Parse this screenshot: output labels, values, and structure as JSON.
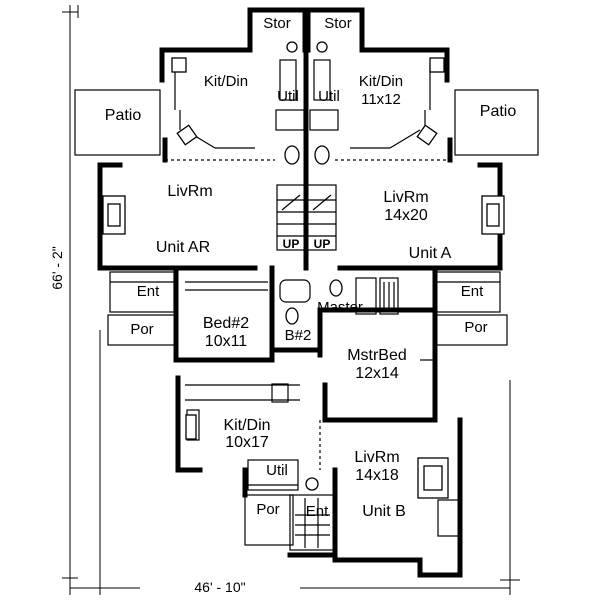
{
  "plan": {
    "dimensions": {
      "depth": "66' - 2\"",
      "width": "46' - 10\""
    },
    "rooms": {
      "stor_left": "Stor",
      "stor_right": "Stor",
      "kitdin_ar": "Kit/Din",
      "kitdin_a": "Kit/Din",
      "kitdin_a_size": "11x12",
      "util_ar": "Util",
      "util_a": "Util",
      "patio_left": "Patio",
      "patio_right": "Patio",
      "livrm_ar": "LivRm",
      "unit_ar": "Unit AR",
      "livrm_a": "LivRm",
      "livrm_a_size": "14x20",
      "unit_a": "Unit A",
      "up_left": "UP",
      "up_right": "UP",
      "ent_left": "Ent",
      "ent_right": "Ent",
      "por_left": "Por",
      "por_right": "Por",
      "bed2": "Bed#2",
      "bed2_size": "10x11",
      "master_bath": "Master",
      "bath2": "B#2",
      "mstrbed": "MstrBed",
      "mstrbed_size": "12x14",
      "kitdin_b": "Kit/Din",
      "kitdin_b_size": "10x17",
      "util_b": "Util",
      "livrm_b": "LivRm",
      "livrm_b_size": "14x18",
      "unit_b": "Unit B",
      "por_b": "Por",
      "ent_b": "Ent"
    }
  }
}
